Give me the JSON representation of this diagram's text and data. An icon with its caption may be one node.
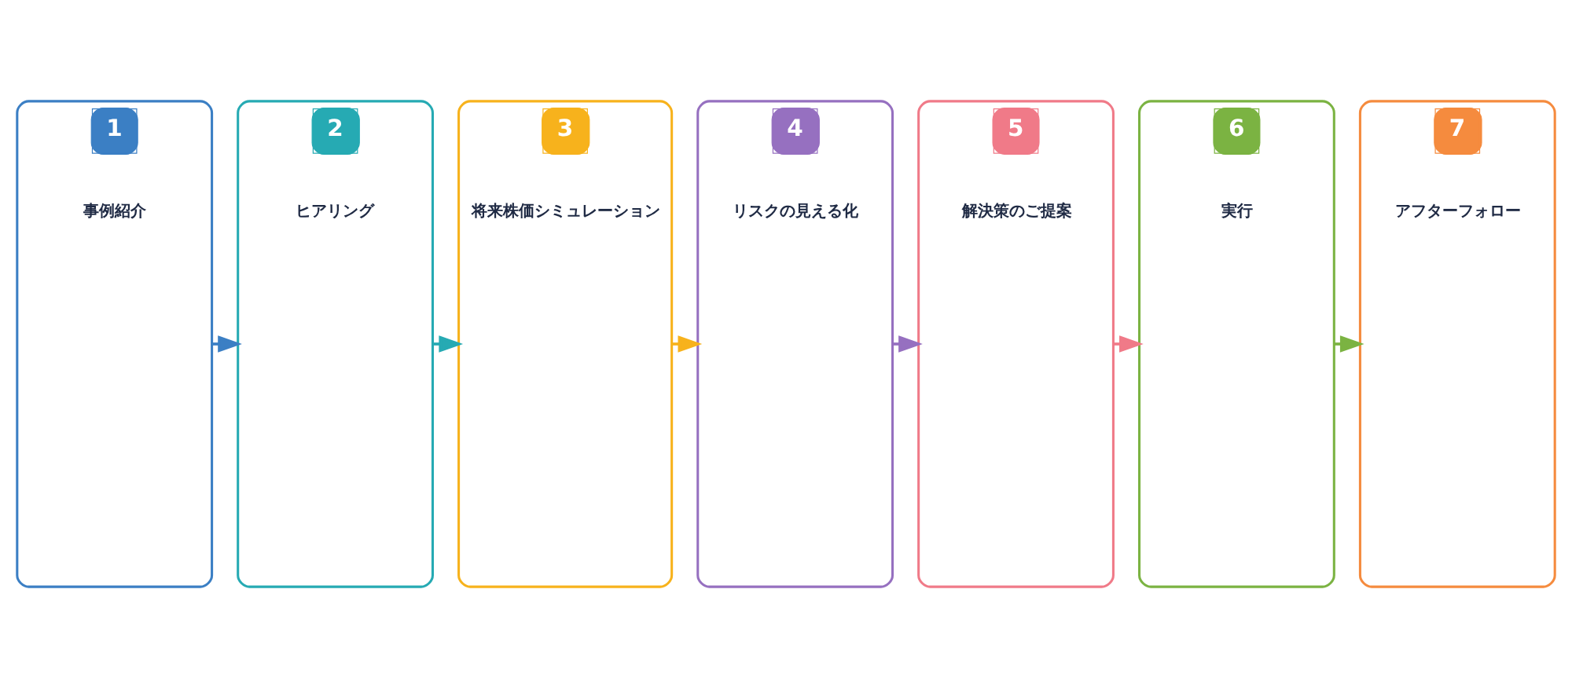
{
  "diagram": {
    "nodes": [
      {
        "text": [
          "1",
          "事例紹介"
        ]
      },
      {
        "text": [
          "2",
          "ヒアリング"
        ]
      },
      {
        "text": [
          "3",
          "将来株価シミュレーション"
        ]
      },
      {
        "text": [
          "4",
          "リスクの見える化"
        ]
      },
      {
        "text": [
          "5",
          "解決策のご提案"
        ]
      },
      {
        "text": [
          "6",
          "実行"
        ]
      },
      {
        "text": [
          "7",
          "アフターフォロー"
        ]
      }
    ],
    "edges": [
      {
        "from": 0,
        "to": 1,
        "arrow": "to",
        "color": "#3b7fc4"
      },
      {
        "from": 1,
        "to": 2,
        "arrow": "to",
        "color": "#26aab3"
      },
      {
        "from": 2,
        "to": 3,
        "arrow": "to",
        "color": "#f7b21c"
      },
      {
        "from": 3,
        "to": 4,
        "arrow": "to",
        "color": "#9670c0"
      },
      {
        "from": 4,
        "to": 5,
        "arrow": "to",
        "color": "#f07a88"
      },
      {
        "from": 5,
        "to": 6,
        "arrow": "to",
        "color": "#7bb342"
      }
    ]
  }
}
